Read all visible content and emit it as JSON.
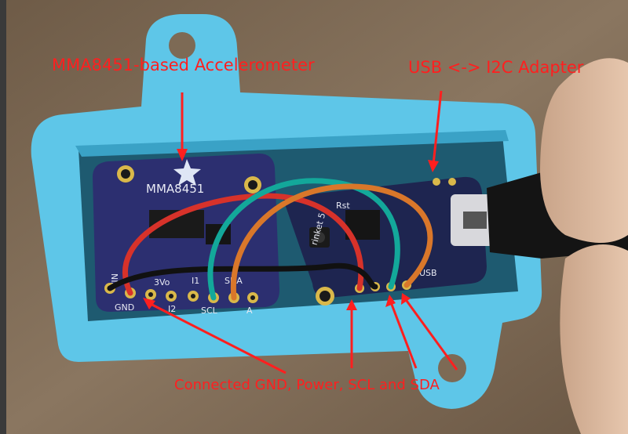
{
  "annotations": {
    "accelerometer": "MMA8451-based Accelerometer",
    "usb_adapter": "USB <-> I2C Adapter",
    "connections": "Connected GND, Power, SCL and SDA"
  },
  "board_silkscreen": {
    "chip": "MMA8451",
    "vin": "VIN",
    "gnd": "GND",
    "i1": "I1",
    "i2": "I2",
    "scl": "SCL",
    "sda": "SDA",
    "a": "A",
    "three_vo": "3Vo",
    "rst": "Rst",
    "trinket": "rinket 5",
    "usb": "USB"
  },
  "colors": {
    "annotation": "#ff1f1f",
    "enclosure": "#5ec6e8",
    "accel_board": "#2c2f70",
    "trinket_board": "#1e2550",
    "wire_red": "#d7322a",
    "wire_teal": "#13a89a",
    "wire_orange": "#d9772a",
    "wire_black": "#111111"
  }
}
